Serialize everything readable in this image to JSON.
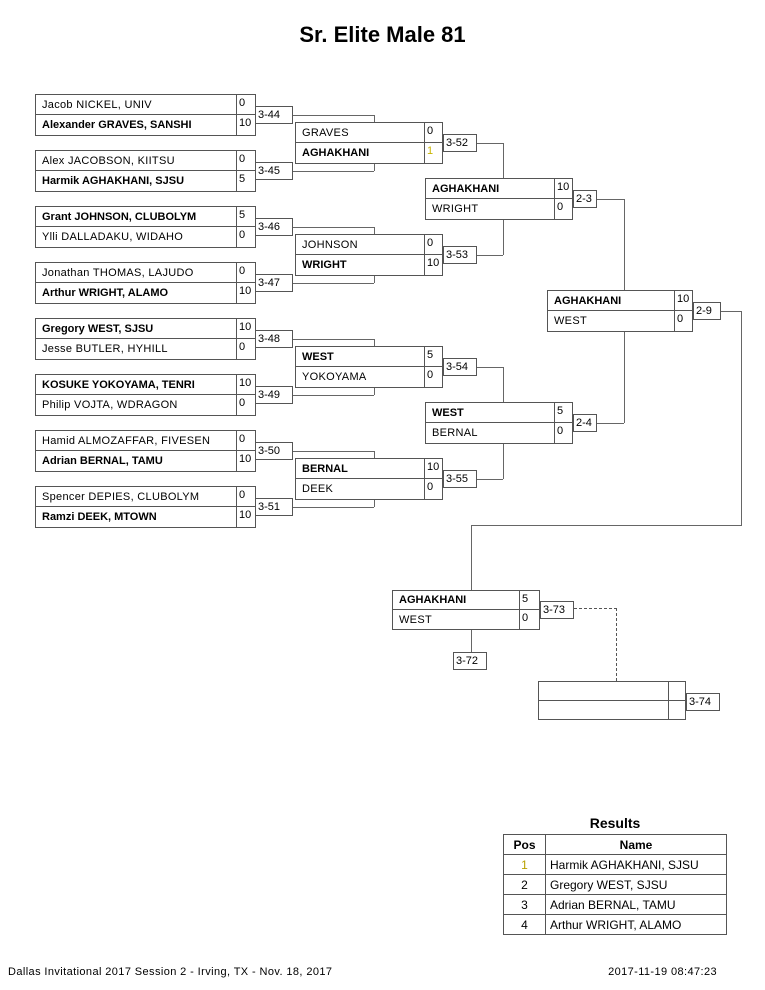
{
  "title": "Sr. Elite Male 81",
  "round1": [
    {
      "match": "3-44",
      "top": {
        "name": "Jacob NICKEL, UNIV",
        "score": "0",
        "winner": false
      },
      "bottom": {
        "name": "Alexander GRAVES, SANSHI",
        "score": "10",
        "winner": true
      }
    },
    {
      "match": "3-45",
      "top": {
        "name": "Alex JACOBSON, KIITSU",
        "score": "0",
        "winner": false
      },
      "bottom": {
        "name": "Harmik AGHAKHANI, SJSU",
        "score": "5",
        "winner": true
      }
    },
    {
      "match": "3-46",
      "top": {
        "name": "Grant JOHNSON, CLUBOLYM",
        "score": "5",
        "winner": true
      },
      "bottom": {
        "name": "Ylli DALLADAKU, WIDAHO",
        "score": "0",
        "winner": false
      }
    },
    {
      "match": "3-47",
      "top": {
        "name": "Jonathan THOMAS, LAJUDO",
        "score": "0",
        "winner": false
      },
      "bottom": {
        "name": "Arthur WRIGHT, ALAMO",
        "score": "10",
        "winner": true
      }
    },
    {
      "match": "3-48",
      "top": {
        "name": "Gregory WEST, SJSU",
        "score": "10",
        "winner": true
      },
      "bottom": {
        "name": "Jesse BUTLER, HYHILL",
        "score": "0",
        "winner": false
      }
    },
    {
      "match": "3-49",
      "top": {
        "name": "KOSUKE YOKOYAMA, TENRI",
        "score": "10",
        "winner": true
      },
      "bottom": {
        "name": "Philip VOJTA, WDRAGON",
        "score": "0",
        "winner": false
      }
    },
    {
      "match": "3-50",
      "top": {
        "name": "Hamid ALMOZAFFAR, FIVESEN",
        "score": "0",
        "winner": false
      },
      "bottom": {
        "name": "Adrian BERNAL, TAMU",
        "score": "10",
        "winner": true
      }
    },
    {
      "match": "3-51",
      "top": {
        "name": "Spencer DEPIES, CLUBOLYM",
        "score": "0",
        "winner": false
      },
      "bottom": {
        "name": "Ramzi DEEK, MTOWN",
        "score": "10",
        "winner": true
      }
    }
  ],
  "round2": [
    {
      "match": "3-52",
      "top": {
        "name": "GRAVES",
        "score": "0",
        "winner": false
      },
      "bottom": {
        "name": "AGHAKHANI",
        "score": "1",
        "winner": true
      }
    },
    {
      "match": "3-53",
      "top": {
        "name": "JOHNSON",
        "score": "0",
        "winner": false
      },
      "bottom": {
        "name": "WRIGHT",
        "score": "10",
        "winner": true
      }
    },
    {
      "match": "3-54",
      "top": {
        "name": "WEST",
        "score": "5",
        "winner": true
      },
      "bottom": {
        "name": "YOKOYAMA",
        "score": "0",
        "winner": false
      }
    },
    {
      "match": "3-55",
      "top": {
        "name": "BERNAL",
        "score": "10",
        "winner": true
      },
      "bottom": {
        "name": "DEEK",
        "score": "0",
        "winner": false
      }
    }
  ],
  "round3": [
    {
      "match": "2-3",
      "top": {
        "name": "AGHAKHANI",
        "score": "10",
        "winner": true
      },
      "bottom": {
        "name": "WRIGHT",
        "score": "0",
        "winner": false
      }
    },
    {
      "match": "2-4",
      "top": {
        "name": "WEST",
        "score": "5",
        "winner": true
      },
      "bottom": {
        "name": "BERNAL",
        "score": "0",
        "winner": false
      }
    }
  ],
  "round4": {
    "match": "2-9",
    "top": {
      "name": "AGHAKHANI",
      "score": "10",
      "winner": true
    },
    "bottom": {
      "name": "WEST",
      "score": "0",
      "winner": false
    }
  },
  "final": {
    "match": "3-73",
    "top": {
      "name": "AGHAKHANI",
      "score": "5",
      "winner": true
    },
    "bottom": {
      "name": "WEST",
      "score": "0",
      "winner": false
    }
  },
  "final_loser_match": "3-72",
  "extra": {
    "match": "3-74",
    "top": {
      "name": "",
      "score": ""
    },
    "bottom": {
      "name": "",
      "score": ""
    }
  },
  "results": {
    "title": "Results",
    "headers": [
      "Pos",
      "Name"
    ],
    "rows": [
      {
        "pos": "1",
        "name": "Harmik AGHAKHANI, SJSU"
      },
      {
        "pos": "2",
        "name": "Gregory WEST, SJSU"
      },
      {
        "pos": "3",
        "name": "Adrian BERNAL, TAMU"
      },
      {
        "pos": "4",
        "name": "Arthur WRIGHT, ALAMO"
      }
    ]
  },
  "footer": {
    "event": "Dallas Invitational 2017 Session 2 - Irving, TX - Nov. 18, 2017",
    "timestamp": "2017-11-19 08:47:23"
  }
}
